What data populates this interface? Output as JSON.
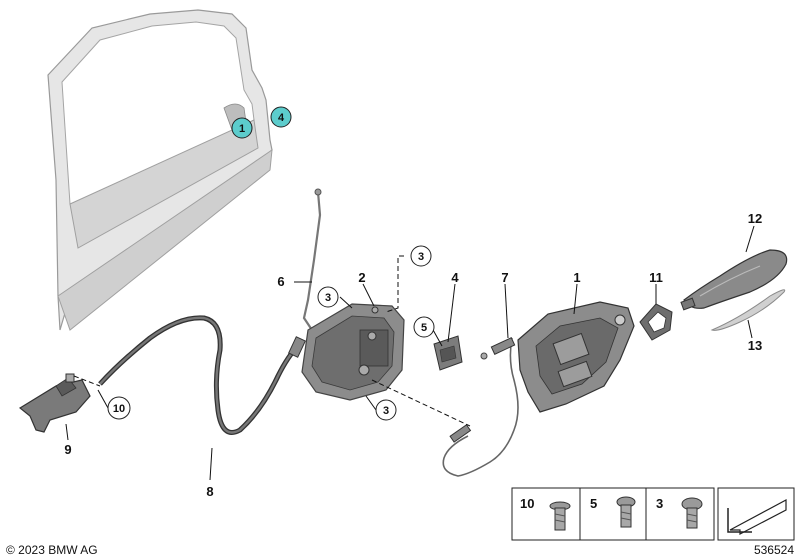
{
  "callouts": {
    "c1": "1",
    "c2": "2",
    "c3": "3",
    "c4": "4",
    "c5": "5",
    "c6": "6",
    "c7": "7",
    "c8": "8",
    "c9": "9",
    "c10": "10",
    "c11": "11",
    "c12": "12",
    "c13": "13"
  },
  "circles": {
    "door_1": "1",
    "door_4": "4",
    "lock_3a": "3",
    "lock_3b": "3",
    "lock_3c": "3",
    "striker_5": "5",
    "rod_10": "10"
  },
  "legend": {
    "k10": "10",
    "k5": "5",
    "k3": "3"
  },
  "colors": {
    "highlight": "#5ccccc",
    "part_gray": "#8c8c8c",
    "door_gray": "#dcdcdc"
  },
  "footer": {
    "copyright": "© 2023 BMW AG",
    "diagram_number": "536524"
  }
}
